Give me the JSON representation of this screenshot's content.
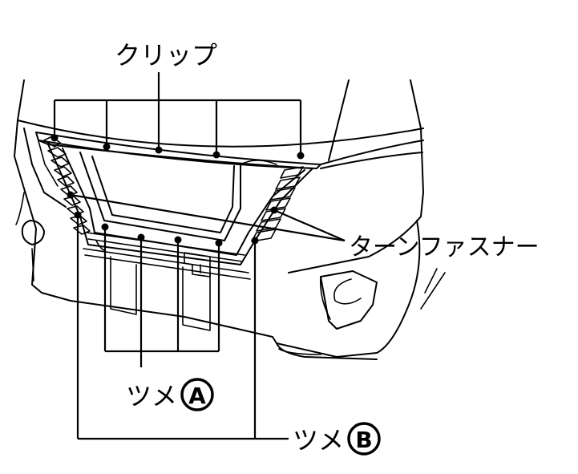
{
  "labels": {
    "clip": "クリップ",
    "turn_fastener": "ターンファスナー",
    "tab_a_prefix": "ツメ",
    "tab_a_letter": "A",
    "tab_b_prefix": "ツメ",
    "tab_b_letter": "B"
  },
  "colors": {
    "line": "#000000",
    "background": "#ffffff"
  }
}
